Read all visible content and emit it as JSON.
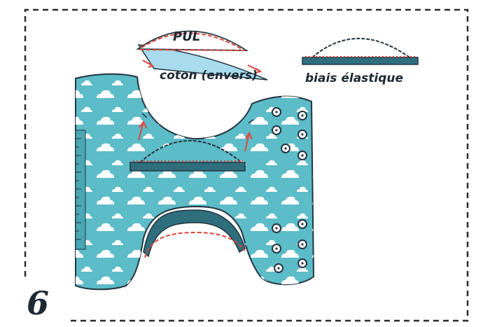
{
  "diagram": {
    "labels": {
      "pul": "PUL",
      "cotton": "coton (envers)",
      "elastic_bias": "biais élastique"
    },
    "step_number": "6"
  },
  "colors": {
    "fabric": "#5cbcc8",
    "fabric_outline": "#233540",
    "cotton_layer": "#a8dcec",
    "bias_tape": "#2f6f7d",
    "stitch_red": "#e0453e",
    "frame_dash": "#2a2a2a",
    "cloud": "#ffffff",
    "snap": "#ffffff",
    "text": "#1d2a33"
  },
  "icons": [
    "cloud-icon",
    "snap-icon",
    "arrow-icon"
  ]
}
